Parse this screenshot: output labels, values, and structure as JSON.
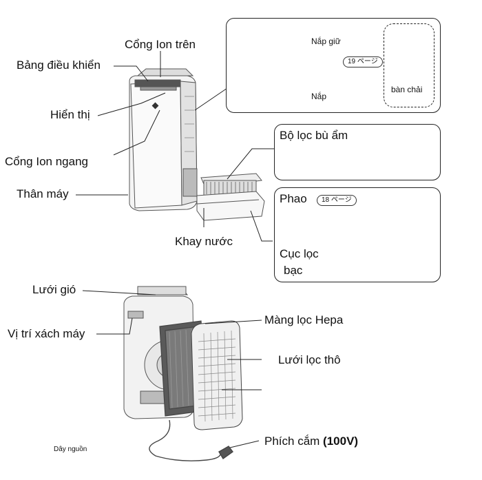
{
  "labels": {
    "cong_ion_tren": "Cổng Ion trên",
    "bang_dieu_khien": "Bảng điều khiển",
    "hien_thi": "Hiển thị",
    "cong_ion_ngang": "Cổng Ion ngang",
    "than_may": "Thân máy",
    "khay_nuoc": "Khay nước",
    "bo_loc_bu_am": "Bộ lọc bù ẩm",
    "phao": "Phao",
    "cuc_loc_bac_1": "Cục lọc",
    "cuc_loc_bac_2": "bạc",
    "nap_giu": "Nắp giữ",
    "nap": "Nắp",
    "ban_chai": "bàn chải",
    "luoi_gio": "Lưới gió",
    "vi_tri_xach_may": "Vị trí xách máy",
    "mang_loc_hepa": "Màng lọc Hepa",
    "luoi_loc_tho": "Lưới lọc thô",
    "day_nguon": "Dây nguồn",
    "phich_cam": "Phích cắm",
    "phich_cam_volt": "(100V)"
  },
  "page_refs": {
    "ref_19": "19 ページ",
    "ref_18": "18 ページ"
  }
}
